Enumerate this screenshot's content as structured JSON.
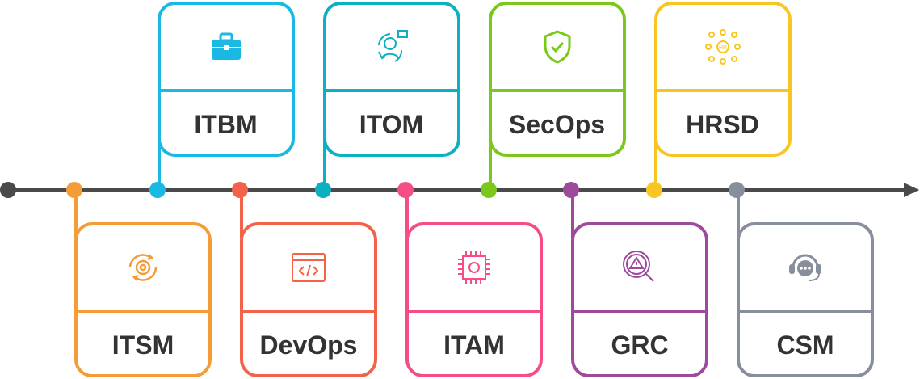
{
  "timeline": {
    "start_color": "#4a4a4a",
    "items": [
      {
        "label": "ITSM",
        "color": "#f39c38",
        "icon": "gear-cycle-icon",
        "position": "below"
      },
      {
        "label": "ITBM",
        "color": "#1ab9e3",
        "icon": "briefcase-icon",
        "position": "above"
      },
      {
        "label": "DevOps",
        "color": "#f2634a",
        "icon": "code-window-icon",
        "position": "below"
      },
      {
        "label": "ITOM",
        "color": "#0cb0c0",
        "icon": "support-agent-icon",
        "position": "above"
      },
      {
        "label": "ITAM",
        "color": "#f74d85",
        "icon": "chip-gear-icon",
        "position": "below"
      },
      {
        "label": "SecOps",
        "color": "#7ac81a",
        "icon": "shield-check-icon",
        "position": "above"
      },
      {
        "label": "GRC",
        "color": "#9e4a9c",
        "icon": "risk-search-icon",
        "position": "below"
      },
      {
        "label": "HRSD",
        "color": "#f7c623",
        "icon": "hr-network-icon",
        "position": "above"
      },
      {
        "label": "CSM",
        "color": "#888f9c",
        "icon": "headset-chat-icon",
        "position": "below"
      }
    ]
  }
}
